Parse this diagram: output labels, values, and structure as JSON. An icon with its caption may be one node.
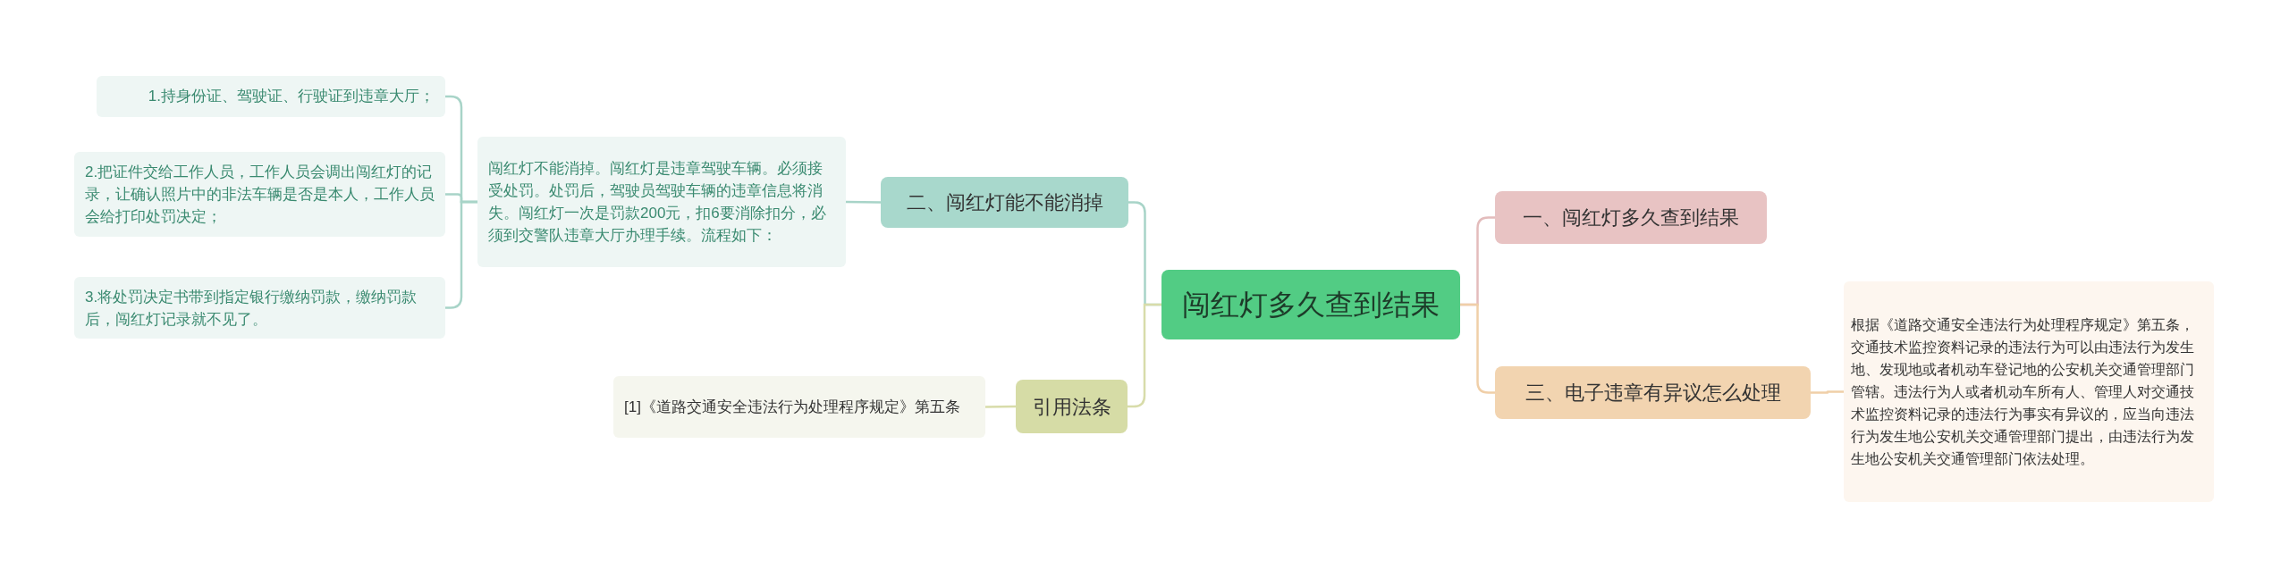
{
  "diagram": {
    "nodes": [
      {
        "text": [
          "闯红灯多久查到结果"
        ]
      },
      {
        "text": [
          "一、闯红灯多久查到结果"
        ]
      },
      {
        "text": [
          "二、闯红灯能不能消掉"
        ]
      },
      {
        "text": [
          "闯红灯不能消掉。闯红灯是违章驾驶车辆。必须接受处罚。处罚后，驾驶员驾驶车辆的违章信息将消失。闯红灯一次是罚款200元，扣6要消除扣分，必须到交警队违章大厅办理手续。流程如下："
        ]
      },
      {
        "text": [
          "1.持身份证、驾驶证、行驶证到违章大厅；"
        ]
      },
      {
        "text": [
          "2.把证件交给工作人员，工作人员会调出闯红灯的记录，让确认照片中的非法车辆是否是本人，工作人员会给打印处罚决定；"
        ]
      },
      {
        "text": [
          "3.将处罚决定书带到指定银行缴纳罚款，缴纳罚款后，闯红灯记录就不见了。"
        ]
      },
      {
        "text": [
          "三、电子违章有异议怎么处理"
        ]
      },
      {
        "text": [
          "根据《道路交通安全违法行为处理程序规定》第五条，交通技术监控资料记录的违法行为可以由违法行为发生地、发现地或者机动车登记地的公安机关交通管理部门管辖。违法行为人或者机动车所有人、管理人对交通技术监控资料记录的违法行为事实有异议的，应当向违法行为发生地公安机关交通管理部门提出，由违法行为发生地公安机关交通管理部门依法处理。"
        ]
      },
      {
        "text": [
          "引用法条"
        ]
      },
      {
        "text": [
          "[1]《道路交通安全违法行为处理程序规定》第五条"
        ]
      }
    ],
    "edges": [
      {
        "from": 0,
        "to": 1,
        "arrow": "none",
        "color": "#e3bcbc"
      },
      {
        "from": 0,
        "to": 2,
        "arrow": "none"
      },
      {
        "from": 2,
        "to": 3,
        "arrow": "none"
      },
      {
        "from": 3,
        "to": 4,
        "arrow": "none"
      },
      {
        "from": 3,
        "to": 5,
        "arrow": "none"
      },
      {
        "from": 3,
        "to": 6,
        "arrow": "none"
      },
      {
        "from": 0,
        "to": 7,
        "arrow": "none",
        "color": "#f0cfa8"
      },
      {
        "from": 7,
        "to": 8,
        "arrow": "none",
        "color": "#f0cfa8"
      },
      {
        "from": 0,
        "to": 9,
        "arrow": "none",
        "color": "#d8dcaa"
      },
      {
        "from": 9,
        "to": 10,
        "arrow": "none",
        "color": "#d8dcaa"
      }
    ]
  }
}
